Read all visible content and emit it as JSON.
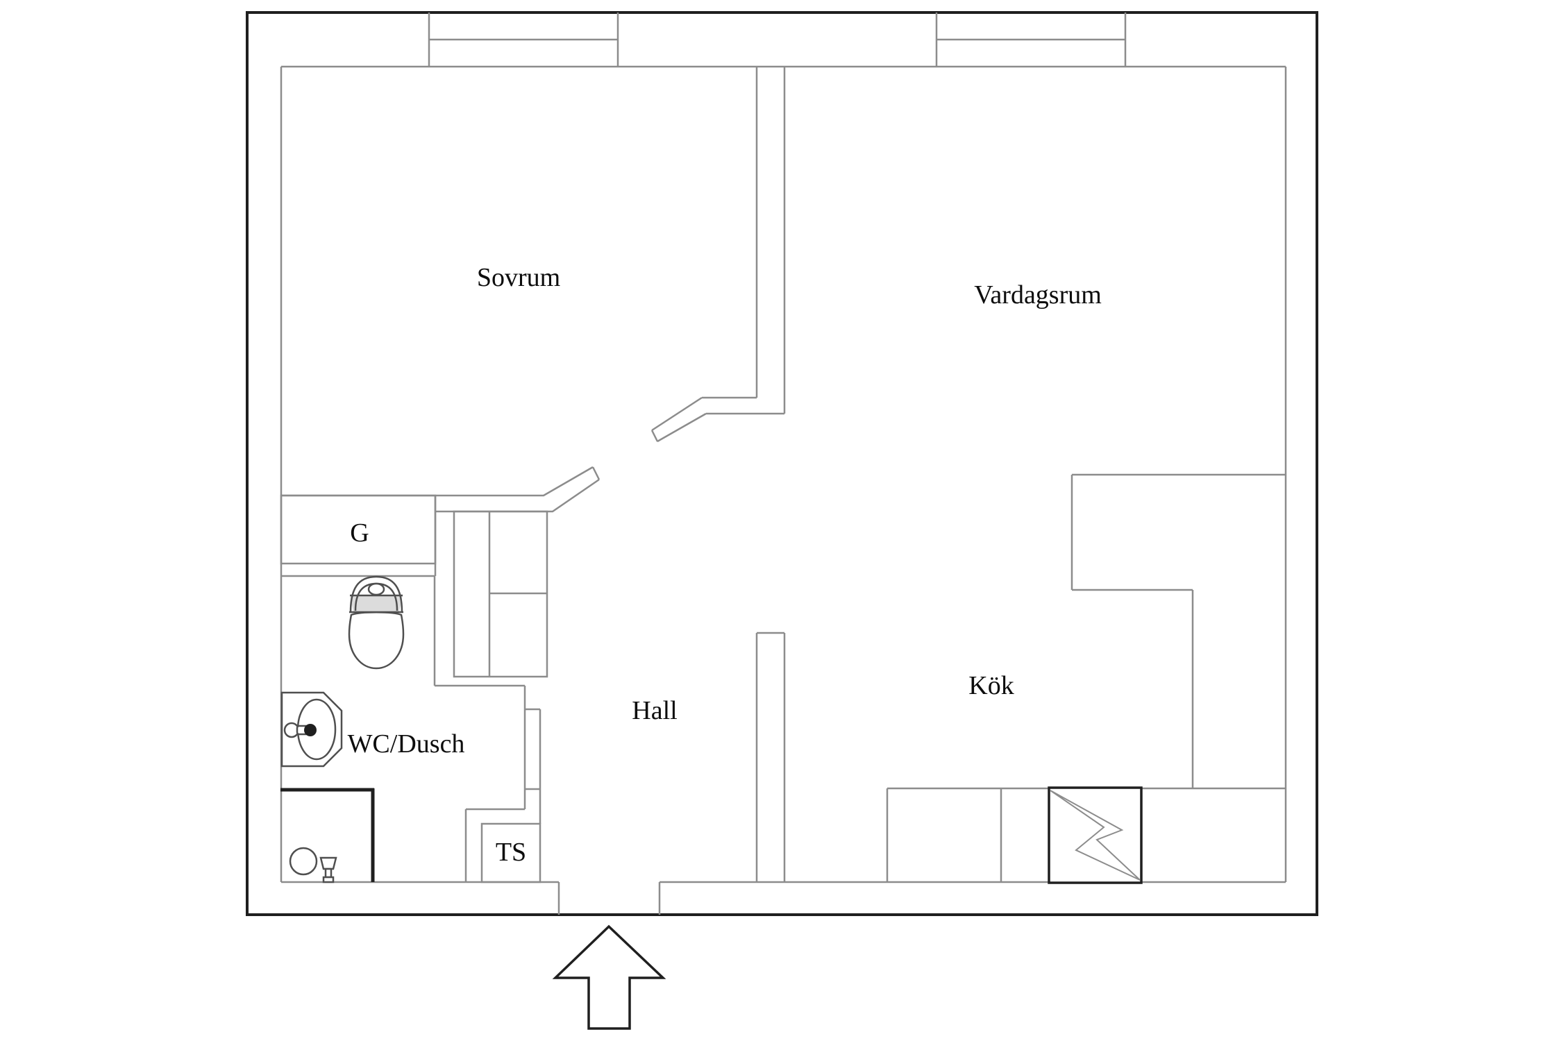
{
  "floorplan": {
    "rooms": [
      {
        "id": "sovrum",
        "label": "Sovrum"
      },
      {
        "id": "vardagsrum",
        "label": "Vardagsrum"
      },
      {
        "id": "kok",
        "label": "Kök"
      },
      {
        "id": "hall",
        "label": "Hall"
      },
      {
        "id": "wc_dusch",
        "label": "WC/Dusch"
      },
      {
        "id": "garderob",
        "label": "G"
      },
      {
        "id": "ts",
        "label": "TS"
      }
    ],
    "symbols": {
      "entrance_arrow": "up-arrow",
      "dishwasher": "lightning-zigzag-square",
      "windows": 2
    },
    "colors": {
      "wall_outer": "#1f1f1f",
      "wall_inner": "#8c8c8c",
      "fixture": "#4f4f4f",
      "text": "#0d0d0d",
      "shade": "#dcdcdc",
      "background": "#ffffff"
    }
  }
}
